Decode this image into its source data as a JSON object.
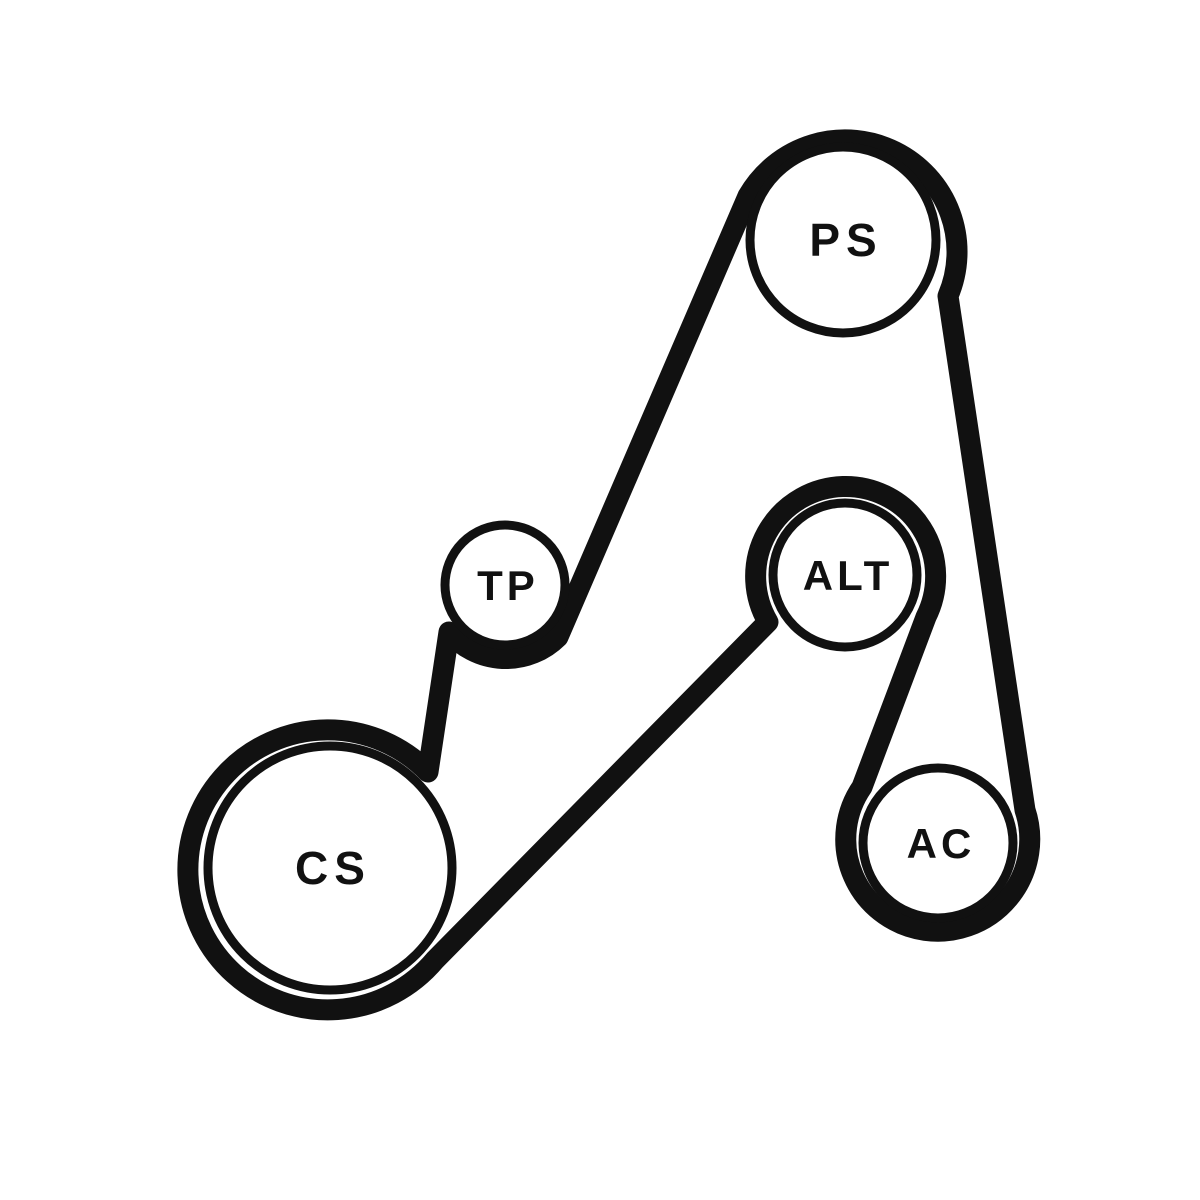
{
  "diagram": {
    "kind": "serpentine-belt-routing",
    "pulleys": [
      {
        "id": "ps",
        "label": "PS"
      },
      {
        "id": "tp",
        "label": "TP"
      },
      {
        "id": "alt",
        "label": "ALT"
      },
      {
        "id": "ac",
        "label": "AC"
      },
      {
        "id": "cs",
        "label": "CS"
      }
    ],
    "colors": {
      "belt": "#111111",
      "pulley_outline": "#111111",
      "pulley_fill": "#ffffff",
      "background": "#ffffff"
    }
  }
}
